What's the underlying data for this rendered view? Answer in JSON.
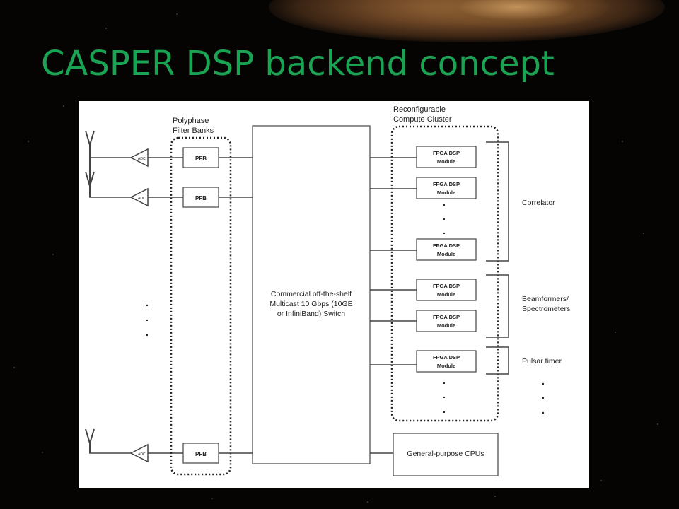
{
  "slide": {
    "title": "CASPER DSP backend concept"
  },
  "diagram": {
    "pfb_group_label_1": "Polyphase",
    "pfb_group_label_2": "Filter Banks",
    "cluster_label_1": "Reconfigurable",
    "cluster_label_2": "Compute Cluster",
    "adc_label": "ADC",
    "pfb_label": "PFB",
    "switch_label_1": "Commercial off-the-shelf",
    "switch_label_2": "Multicast 10 Gbps (10GE",
    "switch_label_3": "or InfiniBand) Switch",
    "module_line_1": "FPGA DSP",
    "module_line_2": "Module",
    "cpu_label": "General-purpose CPUs",
    "group_correlator": "Correlator",
    "group_beam_1": "Beamformers/",
    "group_beam_2": "Spectrometers",
    "group_pulsar": "Pulsar timer",
    "ellipsis": "."
  }
}
